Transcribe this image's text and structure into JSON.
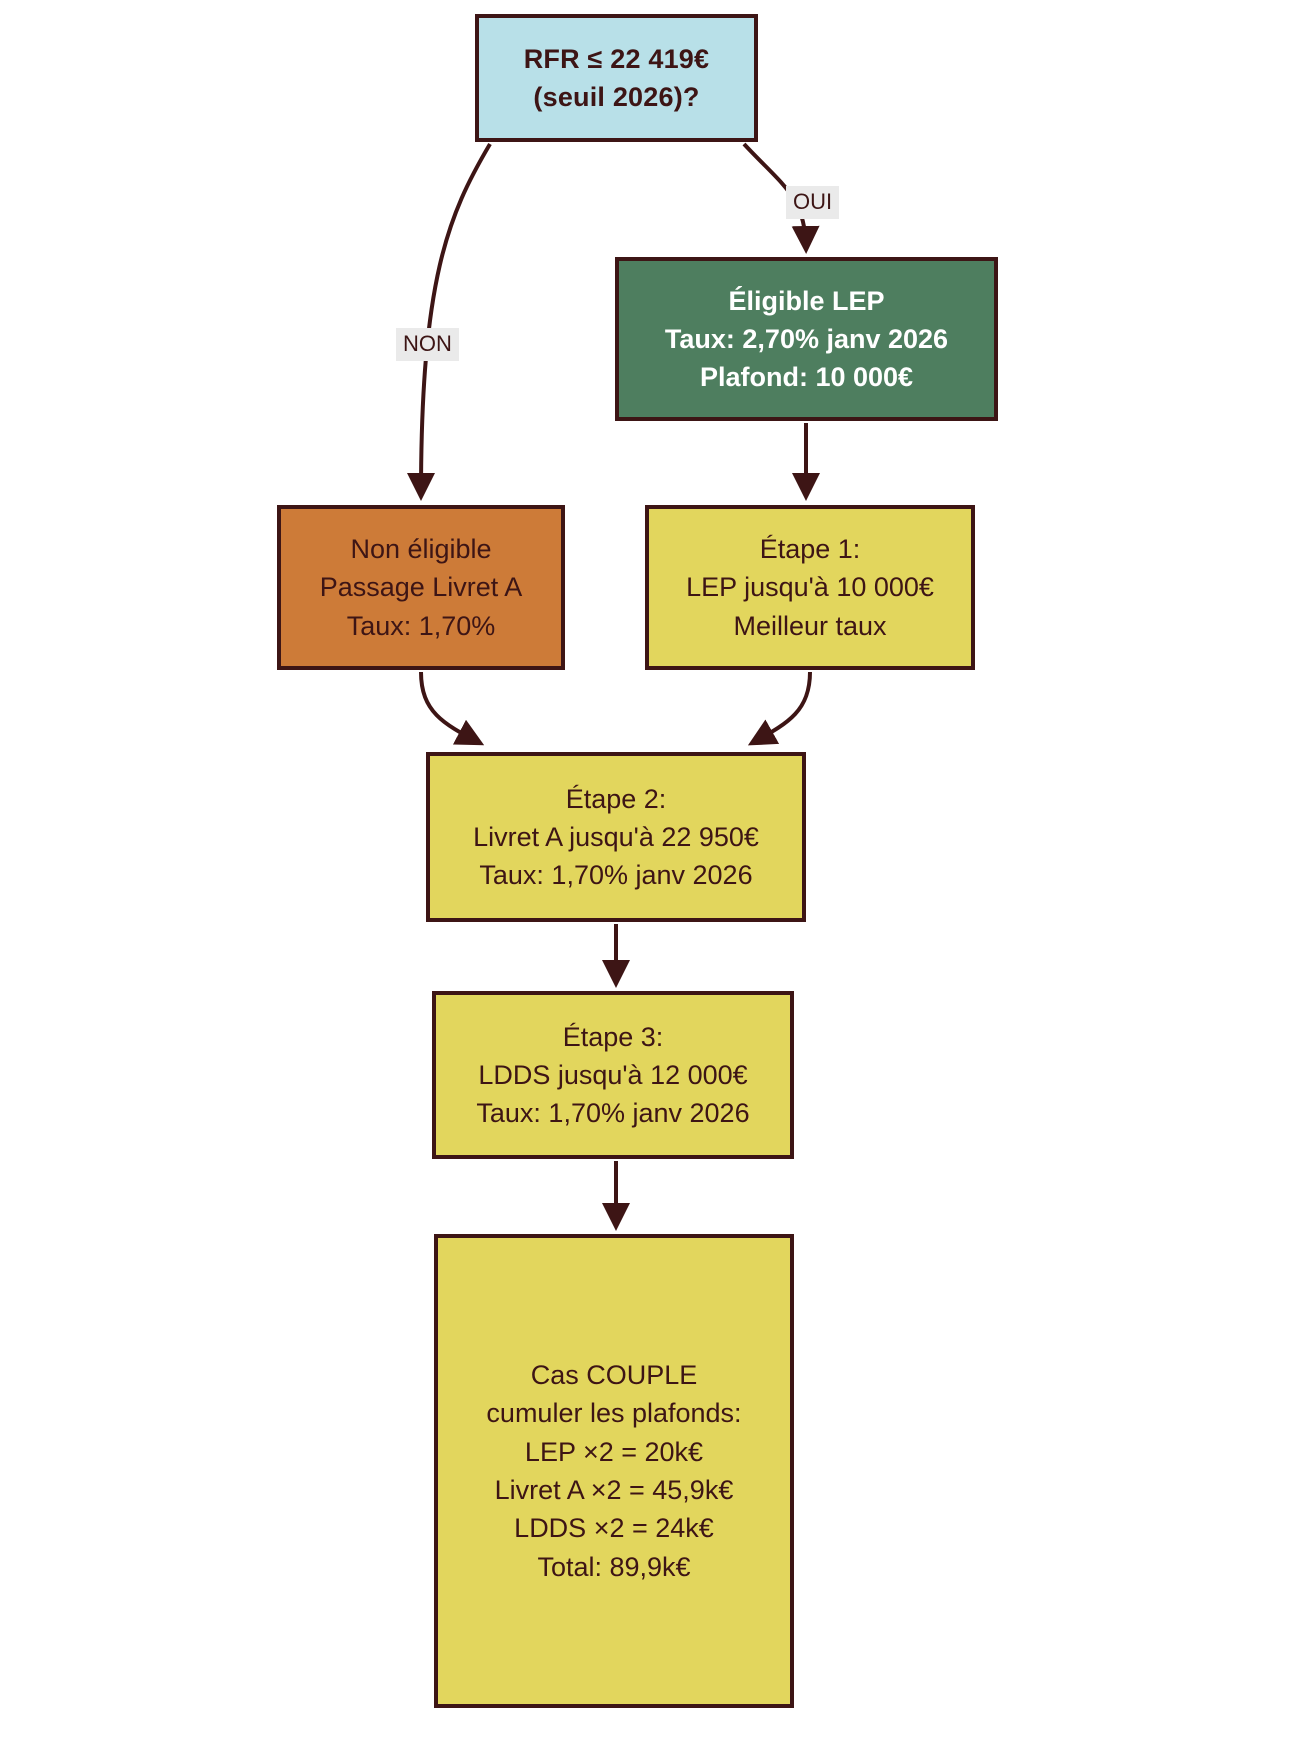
{
  "diagram": {
    "title": "Arbre de decision epargne reglementee LEP / Livret A / LDDS",
    "colors": {
      "decision_fill": "#b8e0e8",
      "eligible_fill": "#4e7e5f",
      "not_eligible_fill": "#cd7b38",
      "step_fill": "#e2d65d",
      "stroke": "#3d1515",
      "label_fill": "#eaeaea",
      "background": "#ffffff"
    }
  },
  "nodes": {
    "decision": {
      "id": "decision",
      "shape": "rectangle",
      "lines": [
        "RFR ≤ 22 419€",
        "(seuil 2026)?"
      ]
    },
    "eligible_lep": {
      "id": "eligible-lep",
      "shape": "rectangle",
      "lines": [
        "Éligible LEP",
        "Taux: 2,70% janv 2026",
        "Plafond: 10 000€"
      ]
    },
    "not_eligible": {
      "id": "non-eligible",
      "shape": "rectangle",
      "lines": [
        "Non éligible",
        "Passage Livret A",
        "Taux: 1,70%"
      ]
    },
    "etape1": {
      "id": "etape-1",
      "shape": "rectangle",
      "lines": [
        "Étape 1:",
        "LEP jusqu'à 10 000€",
        "Meilleur taux"
      ]
    },
    "etape2": {
      "id": "etape-2",
      "shape": "rectangle",
      "lines": [
        "Étape 2:",
        "Livret A jusqu'à 22 950€",
        "Taux: 1,70% janv 2026"
      ]
    },
    "etape3": {
      "id": "etape-3",
      "shape": "rectangle",
      "lines": [
        "Étape 3:",
        "LDDS jusqu'à 12 000€",
        "Taux: 1,70% janv 2026"
      ]
    },
    "cas_couple": {
      "id": "cas-couple",
      "shape": "rectangle",
      "lines": [
        "Cas COUPLE",
        "cumuler les plafonds:",
        "LEP ×2 = 20k€",
        "Livret A ×2 = 45,9k€",
        "LDDS ×2 = 24k€",
        "Total: 89,9k€"
      ]
    }
  },
  "edges": [
    {
      "id": "decision-non",
      "from": "decision",
      "to": "not_eligible",
      "label": "NON"
    },
    {
      "id": "decision-oui",
      "from": "decision",
      "to": "eligible_lep",
      "label": "OUI"
    },
    {
      "id": "lep-etape1",
      "from": "eligible_lep",
      "to": "etape1",
      "label": ""
    },
    {
      "id": "noneligible-etape2",
      "from": "not_eligible",
      "to": "etape2",
      "label": ""
    },
    {
      "id": "etape1-etape2",
      "from": "etape1",
      "to": "etape2",
      "label": ""
    },
    {
      "id": "etape2-etape3",
      "from": "etape2",
      "to": "etape3",
      "label": ""
    },
    {
      "id": "etape3-couple",
      "from": "etape3",
      "to": "cas_couple",
      "label": ""
    }
  ]
}
